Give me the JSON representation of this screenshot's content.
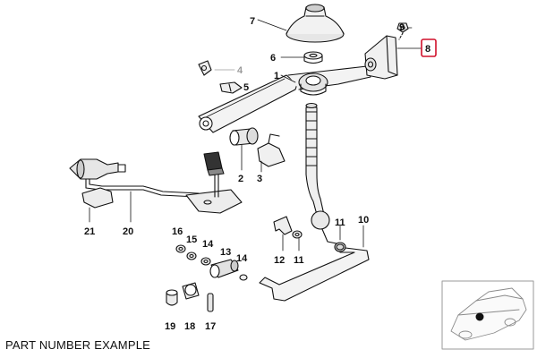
{
  "caption": "PART NUMBER EXAMPLE",
  "highlight_color": "#d0112b",
  "callouts": {
    "c1": "1",
    "c2": "2",
    "c3": "3",
    "c4": "4",
    "c5": "5",
    "c6": "6",
    "c7": "7",
    "c8": "8",
    "c9": "9",
    "c10": "10",
    "c11a": "11",
    "c11b": "11",
    "c12": "12",
    "c13": "13",
    "c14a": "14",
    "c14b": "14",
    "c15": "15",
    "c16": "16",
    "c17": "17",
    "c18": "18",
    "c19": "19",
    "c20": "20",
    "c21": "21"
  },
  "highlighted_callout": "8",
  "inset_icon": "car-location-icon"
}
